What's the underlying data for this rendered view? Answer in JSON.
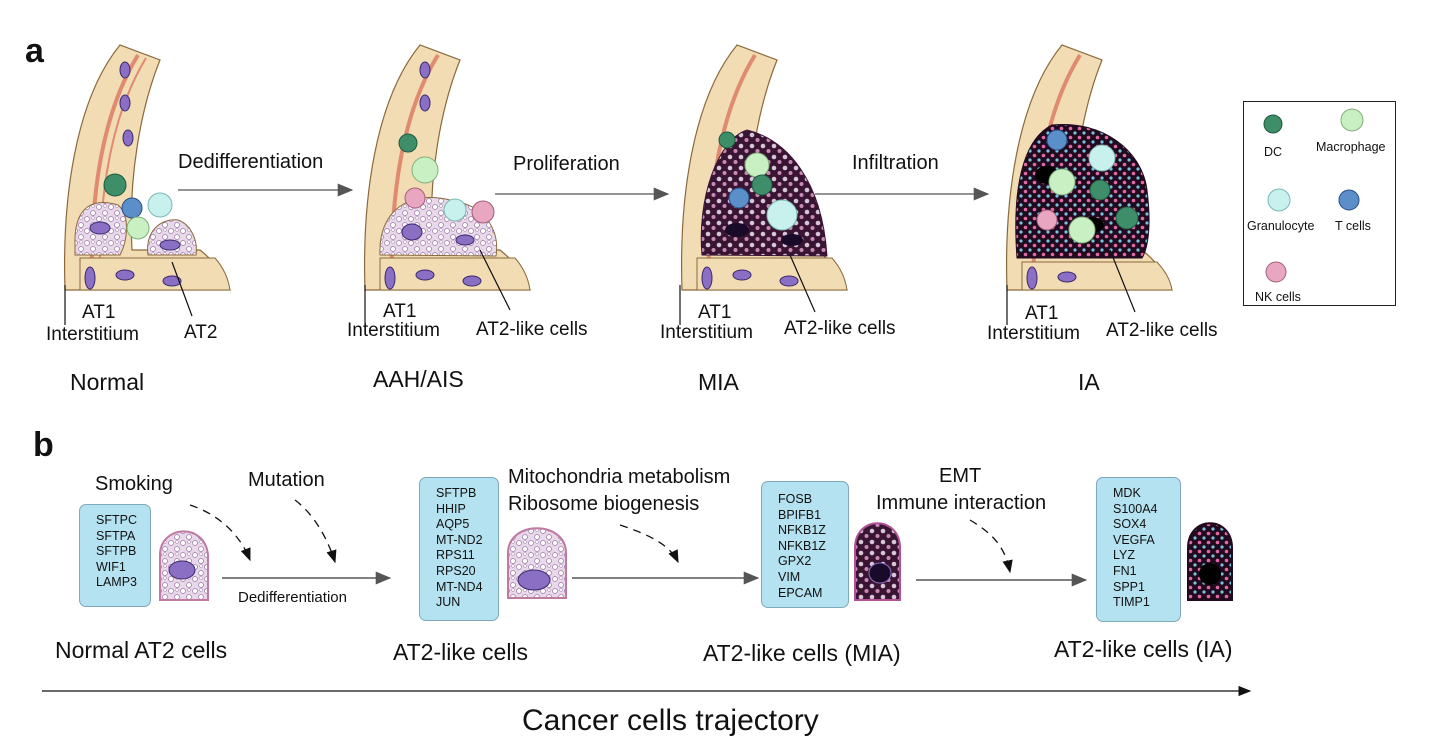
{
  "panel_a": {
    "letter": "a",
    "stages": [
      "Normal",
      "AAH/AIS",
      "MIA",
      "IA"
    ],
    "transitions": [
      "Dedifferentiation",
      "Proliferation",
      "Infiltration"
    ],
    "labels": {
      "at1": "AT1",
      "interstitium": "Interstitium",
      "at2": "AT2",
      "at2_like": "AT2-like cells"
    },
    "legend": {
      "dc": "DC",
      "macrophage": "Macrophage",
      "granulocyte": "Granulocyte",
      "t_cells": "T cells",
      "nk_cells": "NK cells"
    }
  },
  "panel_b": {
    "letter": "b",
    "factors": {
      "smoking": "Smoking",
      "mutation": "Mutation",
      "dedifferentiation": "Dedifferentiation",
      "mito": "Mitochondria metabolism",
      "ribo": "Ribosome biogenesis",
      "emt": "EMT",
      "immune": "Immune interaction"
    },
    "stage_labels": [
      "Normal AT2 cells",
      "AT2-like cells",
      "AT2-like cells (MIA)",
      "AT2-like cells (IA)"
    ],
    "gene_lists": [
      [
        "SFTPC",
        "SFTPA",
        "SFTPB",
        "WIF1",
        "LAMP3"
      ],
      [
        "SFTPB",
        "HHIP",
        "AQP5",
        "MT-ND2",
        "RPS11",
        "RPS20",
        "MT-ND4",
        "JUN"
      ],
      [
        "FOSB",
        "BPIFB1",
        "NFKB1Z",
        "NFKB1Z",
        "GPX2",
        "VIM",
        "EPCAM"
      ],
      [
        "MDK",
        "S100A4",
        "SOX4",
        "VEGFA",
        "LYZ",
        "FN1",
        "SPP1",
        "TIMP1"
      ]
    ],
    "trajectory": "Cancer cells  trajectory"
  },
  "colors": {
    "tissue": "#f2dcb4",
    "tissue_edge": "#8a6a3c",
    "capillary": "#e8a582",
    "nucleus": "#8a6fc4",
    "dc": "#3f8e6a",
    "macrophage": "#c9f0c2",
    "granulocyte": "#c8f0ec",
    "t_cell": "#5b8fc9",
    "nk_cell": "#e9a6c0",
    "box": "#b5e2f0",
    "tumor": "#2a0f24"
  }
}
